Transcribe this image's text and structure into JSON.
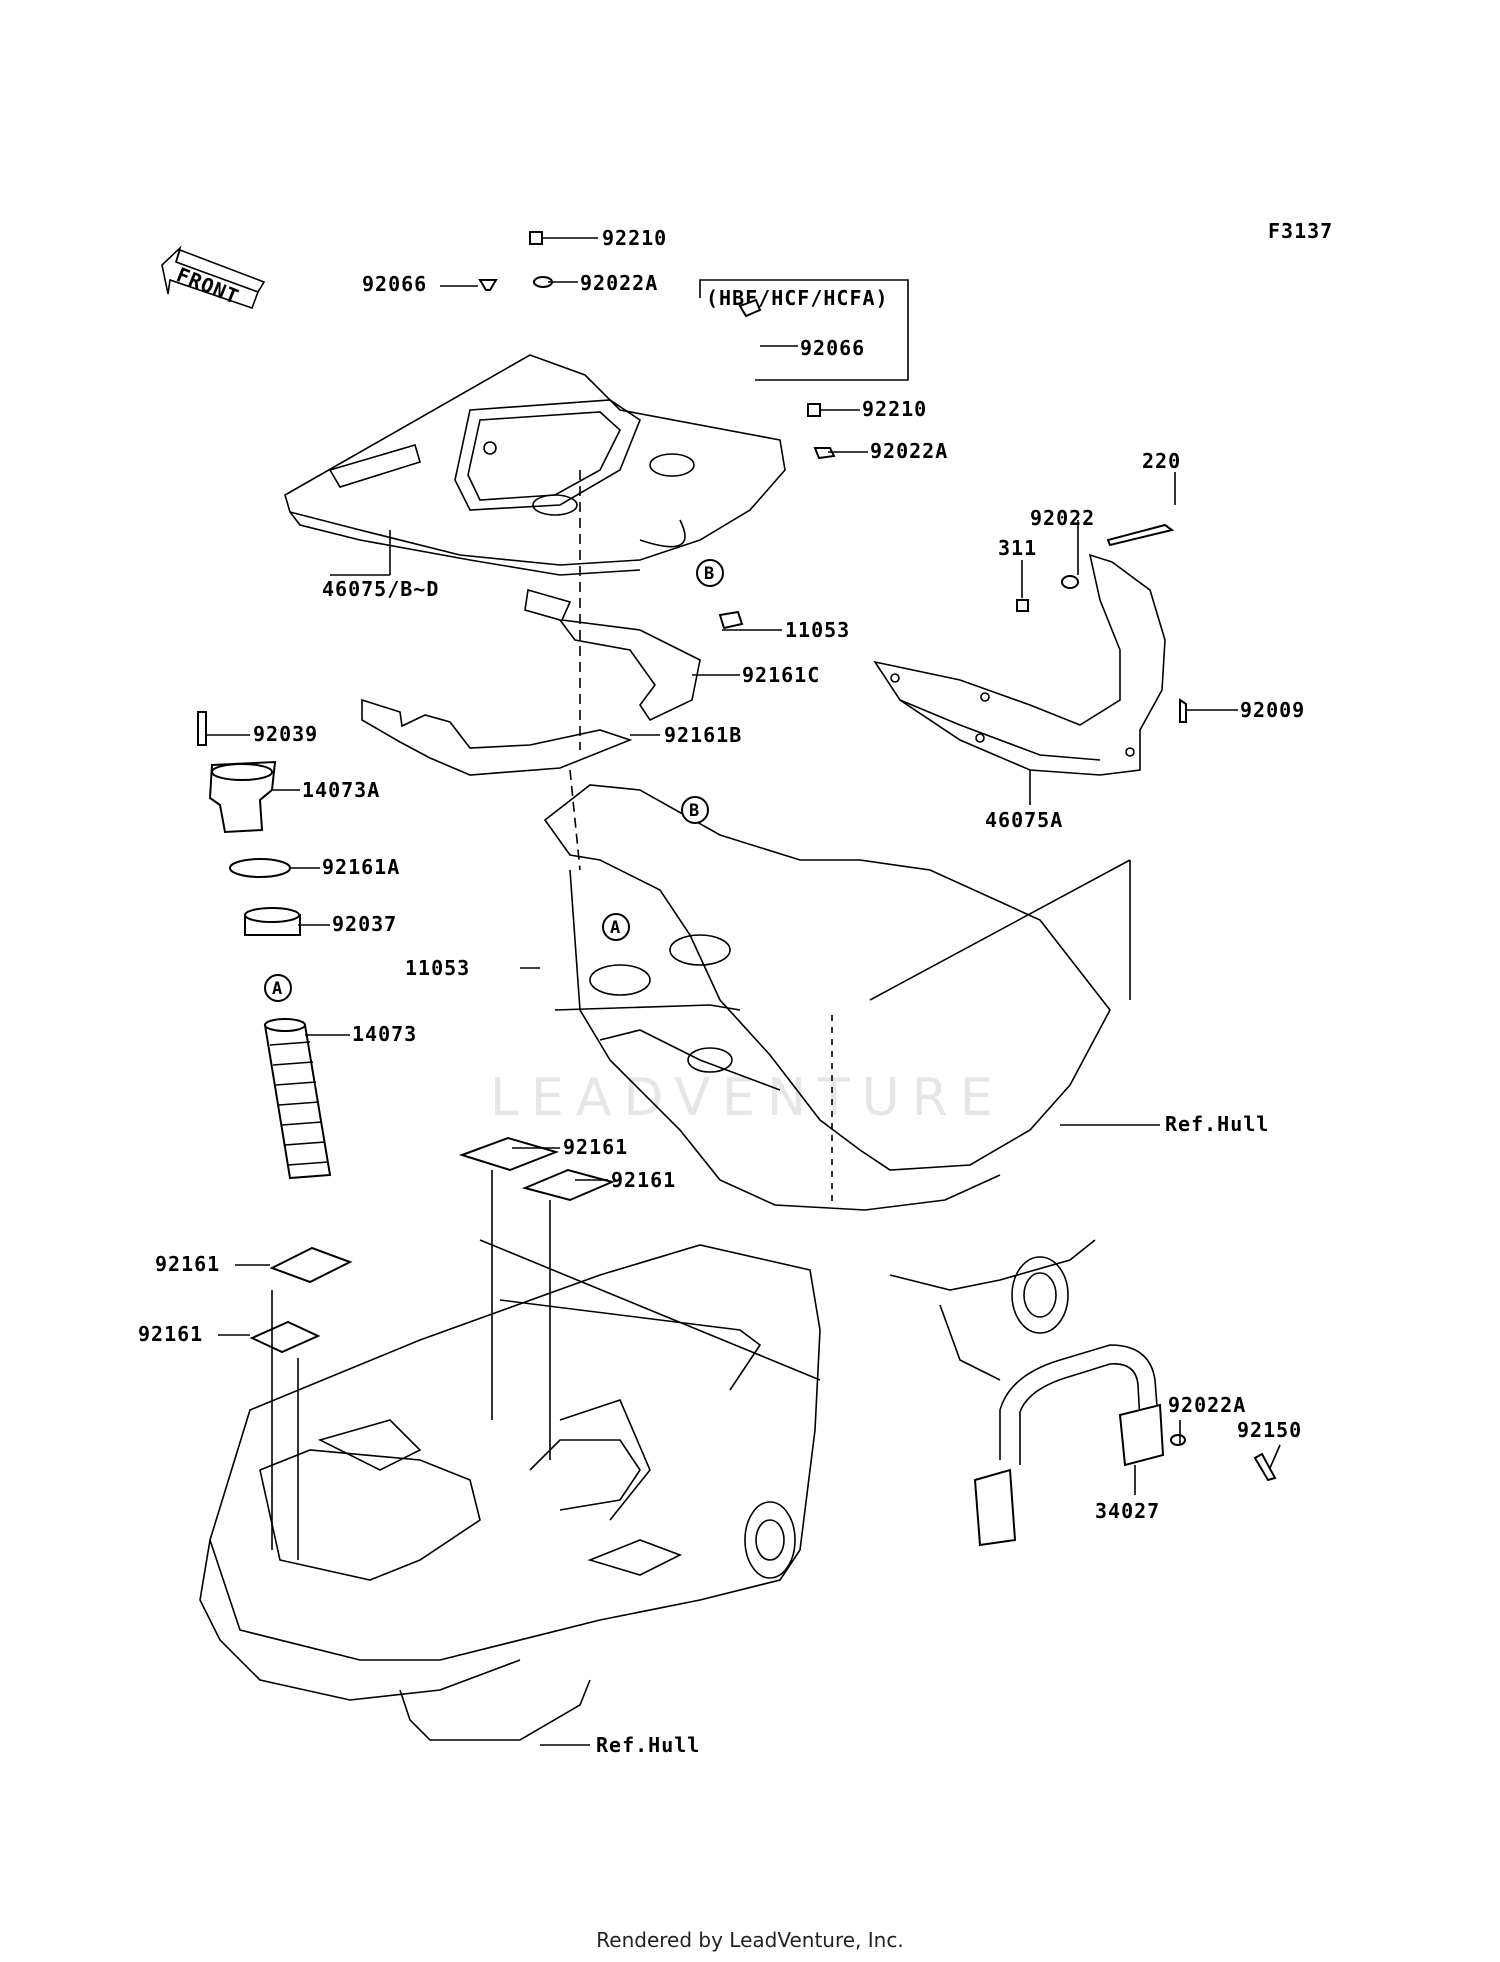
{
  "figure_code": "F3137",
  "front_label": "FRONT",
  "variant_note": "(HBF/HCF/HCFA)",
  "watermark": "LEADVENTURE",
  "footer": "Rendered by LeadVenture, Inc.",
  "callouts": {
    "a": "A",
    "b": "B"
  },
  "parts": [
    "92210",
    "92066",
    "92022A",
    "92066",
    "92210",
    "92022A",
    "46075/B~D",
    "11053",
    "92161C",
    "92161B",
    "220",
    "92022",
    "311",
    "92009",
    "46075A",
    "92039",
    "14073A",
    "92161A",
    "92037",
    "11053",
    "14073",
    "Ref.Hull",
    "92161",
    "92161",
    "92161",
    "92161",
    "92022A",
    "92150",
    "34027",
    "Ref.Hull"
  ]
}
